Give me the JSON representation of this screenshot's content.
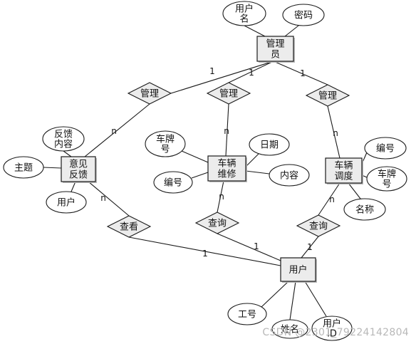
{
  "entities": [
    {
      "id": "admin",
      "lines": [
        "管理",
        "员"
      ]
    },
    {
      "id": "feedback",
      "lines": [
        "意见",
        "反馈"
      ]
    },
    {
      "id": "repair",
      "lines": [
        "车辆",
        "维修"
      ]
    },
    {
      "id": "dispatch",
      "lines": [
        "车辆",
        "调度"
      ]
    },
    {
      "id": "user",
      "lines": [
        "用户"
      ]
    }
  ],
  "attributes": [
    {
      "id": "admin_username",
      "lines": [
        "用户",
        "名"
      ]
    },
    {
      "id": "admin_password",
      "lines": [
        "密码"
      ]
    },
    {
      "id": "fb_content",
      "lines": [
        "反馈",
        "内容"
      ]
    },
    {
      "id": "fb_subject",
      "lines": [
        "主题"
      ]
    },
    {
      "id": "fb_user",
      "lines": [
        "用户"
      ]
    },
    {
      "id": "rp_plate",
      "lines": [
        "车牌",
        "号"
      ]
    },
    {
      "id": "rp_date",
      "lines": [
        "日期"
      ]
    },
    {
      "id": "rp_no",
      "lines": [
        "编号"
      ]
    },
    {
      "id": "rp_content",
      "lines": [
        "内容"
      ]
    },
    {
      "id": "dp_no",
      "lines": [
        "编号"
      ]
    },
    {
      "id": "dp_plate",
      "lines": [
        "车牌",
        "号"
      ]
    },
    {
      "id": "dp_name",
      "lines": [
        "名称"
      ]
    },
    {
      "id": "u_jobno",
      "lines": [
        "工号"
      ]
    },
    {
      "id": "u_name",
      "lines": [
        "姓名"
      ]
    },
    {
      "id": "u_id",
      "lines": [
        "用户",
        "ID"
      ]
    }
  ],
  "relationships": [
    {
      "id": "r_manage1",
      "label": "管理"
    },
    {
      "id": "r_manage2",
      "label": "管理"
    },
    {
      "id": "r_manage3",
      "label": "管理"
    },
    {
      "id": "r_view",
      "label": "查看"
    },
    {
      "id": "r_query1",
      "label": "查询"
    },
    {
      "id": "r_query2",
      "label": "查询"
    }
  ],
  "cardinalities": [
    {
      "id": "c1",
      "text": "1"
    },
    {
      "id": "c2",
      "text": "1"
    },
    {
      "id": "c3",
      "text": "1"
    },
    {
      "id": "c4",
      "text": "n"
    },
    {
      "id": "c5",
      "text": "n"
    },
    {
      "id": "c6",
      "text": "n"
    },
    {
      "id": "c7",
      "text": "n"
    },
    {
      "id": "c8",
      "text": "n"
    },
    {
      "id": "c9",
      "text": "n"
    },
    {
      "id": "c10",
      "text": "1"
    },
    {
      "id": "c11",
      "text": "1"
    },
    {
      "id": "c12",
      "text": "1"
    }
  ],
  "watermark": "CSDN @2301_79224142804"
}
